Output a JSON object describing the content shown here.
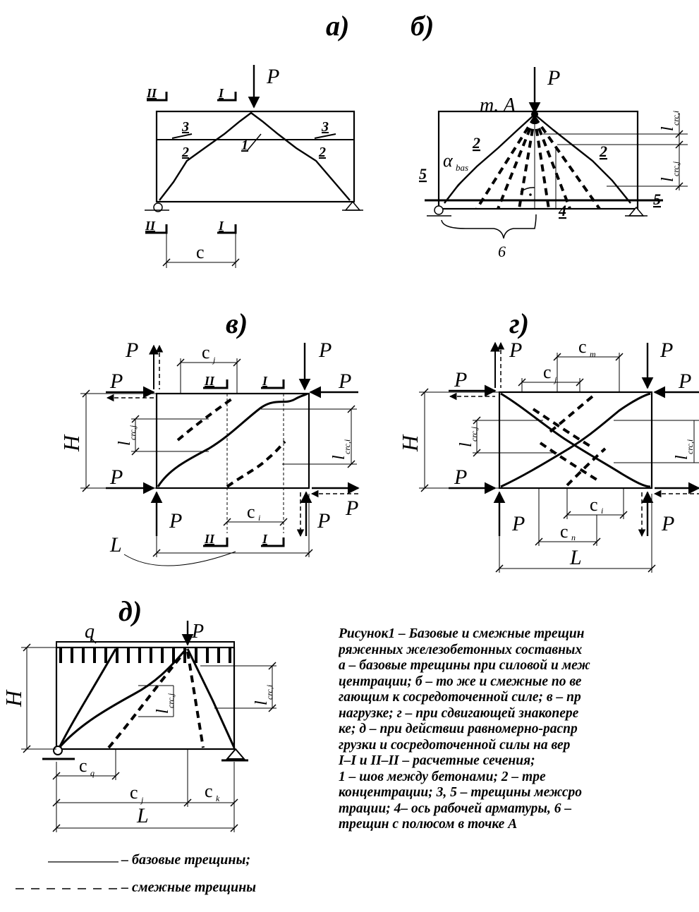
{
  "panels": {
    "a": {
      "label": "а)",
      "P": "P",
      "sec1": "I",
      "sec2": "II",
      "m1": "1",
      "m2": "2",
      "m3": "3",
      "c": "c"
    },
    "b": {
      "label": "б)",
      "P": "P",
      "pointA": "m. A",
      "alpha": "α",
      "alpha_sub": "bas",
      "lcrci": "l",
      "lcrci_sub": "crc,i",
      "lcrcj": "l",
      "lcrcj_sub": "crc,j",
      "m2": "2",
      "m4": "4",
      "m5": "5",
      "m6": "6"
    },
    "v": {
      "label": "в)",
      "P": "P",
      "H": "H",
      "L": "L",
      "cj": "c",
      "cj_sub": "j",
      "ci": "c",
      "ci_sub": "i",
      "lcrcj": "l",
      "lcrcj_sub": "crc,j",
      "lcrci": "l",
      "lcrci_sub": "crc,i",
      "sec1": "I",
      "sec2": "II"
    },
    "g": {
      "label": "г)",
      "P": "P",
      "H": "H",
      "L": "L",
      "cm": "c",
      "cm_sub": "m",
      "cj": "c",
      "cj_sub": "j",
      "ci": "c",
      "ci_sub": "i",
      "cn": "c",
      "cn_sub": "n",
      "lcrcj": "l",
      "lcrcj_sub": "crc,j",
      "lcrci": "l",
      "lcrci_sub": "crc,i"
    },
    "d": {
      "label": "д)",
      "P": "P",
      "q": "q",
      "H": "H",
      "L": "L",
      "cq": "c",
      "cq_sub": "q",
      "cj": "c",
      "cj_sub": "j",
      "ck": "c",
      "ck_sub": "k",
      "lcrcj": "l",
      "lcrcj_sub": "crc,j",
      "lcrci": "l",
      "lcrci_sub": "crc,i"
    }
  },
  "legend": {
    "solid": "– базовые трещины;",
    "dashed": "– смежные трещины"
  },
  "caption": "Рисунок1 – Базовые и смежные трещин\nряженных железобетонных составных\nа – базовые трещины при силовой и меж\nцентрации; б – то же и смежные по ве\nгающим к сосредоточенной силе; в – пр\nнагрузке; г – при сдвигающей знакопере\nке; д – при действии равномерно-распр\nгрузки и сосредоточенной силы на вер\nI–I и II–II – расчетные сечения;\n1 – шов между бетонами; 2 – тре\nконцентрации; 3, 5 – трещины межсро\nтрации; 4– ось рабочей арматуры, 6 –\nтрещин с полюсом в точке А"
}
